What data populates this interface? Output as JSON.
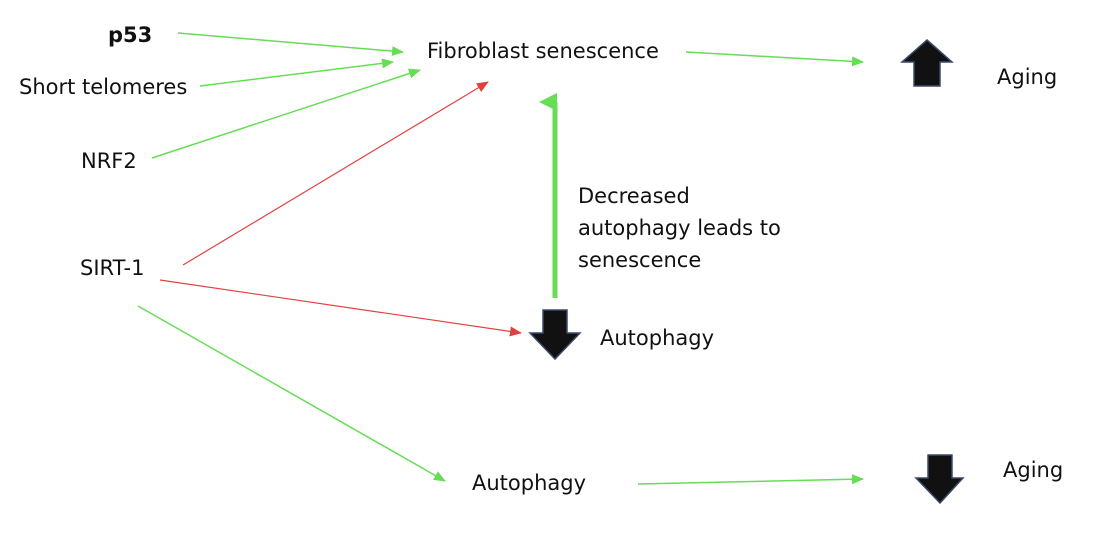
{
  "nodes": {
    "p53": "p53",
    "short_telomeres": "Short telomeres",
    "nrf2": "NRF2",
    "sirt1": "SIRT-1",
    "fibroblast_senescence": "Fibroblast senescence",
    "aging_top": "Aging",
    "autophagy_middle": "Autophagy",
    "autophagy_bottom": "Autophagy",
    "aging_bottom": "Aging"
  },
  "annotation": {
    "lines": [
      "Decreased",
      "autophagy leads to",
      "senescence"
    ]
  },
  "edges": [
    {
      "from": "p53",
      "to": "fibroblast_senescence",
      "kind": "promotes"
    },
    {
      "from": "short_telomeres",
      "to": "fibroblast_senescence",
      "kind": "promotes"
    },
    {
      "from": "nrf2",
      "to": "fibroblast_senescence",
      "kind": "promotes"
    },
    {
      "from": "sirt1",
      "to": "fibroblast_senescence",
      "kind": "inhibits"
    },
    {
      "from": "sirt1",
      "to": "autophagy_middle",
      "kind": "inhibits"
    },
    {
      "from": "sirt1",
      "to": "autophagy_bottom",
      "kind": "promotes"
    },
    {
      "from": "fibroblast_senescence",
      "to": "aging_top",
      "kind": "promotes"
    },
    {
      "from": "autophagy_middle",
      "to": "fibroblast_senescence",
      "kind": "promotes"
    },
    {
      "from": "autophagy_bottom",
      "to": "aging_bottom",
      "kind": "promotes"
    }
  ],
  "indicators": {
    "aging_top": "up-arrow-icon",
    "autophagy_middle": "down-arrow-icon",
    "aging_bottom": "down-arrow-icon"
  },
  "colors": {
    "promotes": "#66dd55",
    "inhibits": "#e04040",
    "indicator_fill": "#111111",
    "indicator_stroke": "#3a4a6a",
    "text": "#111111"
  }
}
